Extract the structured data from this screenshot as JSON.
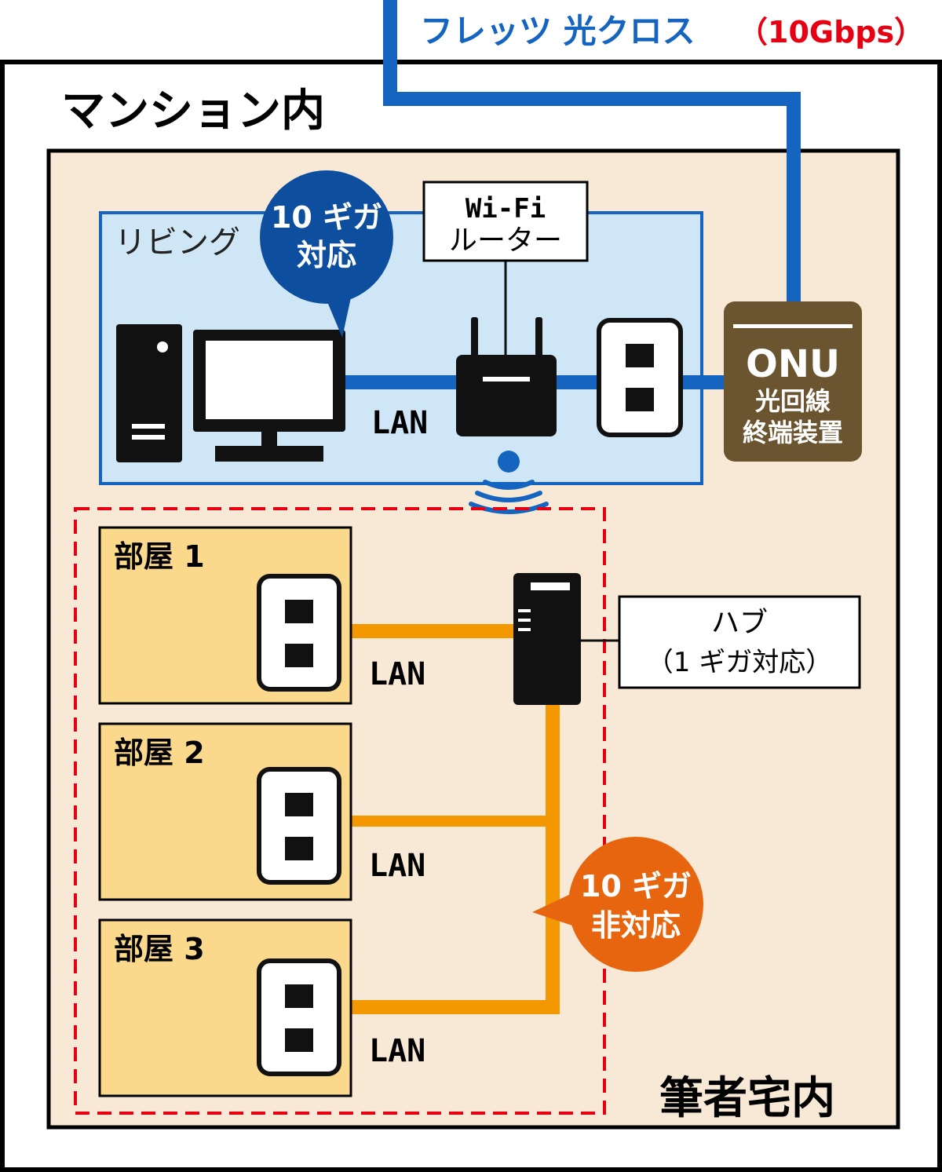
{
  "header": {
    "line_name": "フレッツ 光クロス",
    "line_speed": "（10Gbps）"
  },
  "areas": {
    "building": "マンション内",
    "home": "筆者宅内",
    "living": "リビング"
  },
  "rooms": [
    {
      "label": "部屋 1"
    },
    {
      "label": "部屋 2"
    },
    {
      "label": "部屋 3"
    }
  ],
  "devices": {
    "router": {
      "line1": "Wi-Fi",
      "line2": "ルーター"
    },
    "hub": {
      "line1": "ハブ",
      "line2": "（1 ギガ対応）"
    },
    "onu": {
      "title": "ONU",
      "line1": "光回線",
      "line2": "終端装置"
    }
  },
  "callouts": {
    "supported": {
      "line1": "10 ギガ",
      "line2": "対応"
    },
    "unsupported": {
      "line1": "10 ギガ",
      "line2": "非対応"
    }
  },
  "cables": {
    "living_lan": "LAN",
    "room1_lan": "LAN",
    "room2_lan": "LAN",
    "room3_lan": "LAN"
  },
  "colors": {
    "fiber_blue": "#1565c0",
    "lan_orange": "#f39800",
    "home_bg": "#f8e9d6",
    "living_bg": "#cfe6f7",
    "room_bg": "#fbd98c",
    "onu_brown": "#6b5530",
    "callout_navy": "#0d4f9e",
    "callout_orange": "#e8650f",
    "dashed_red": "#e60012",
    "speed_red": "#e60012"
  }
}
